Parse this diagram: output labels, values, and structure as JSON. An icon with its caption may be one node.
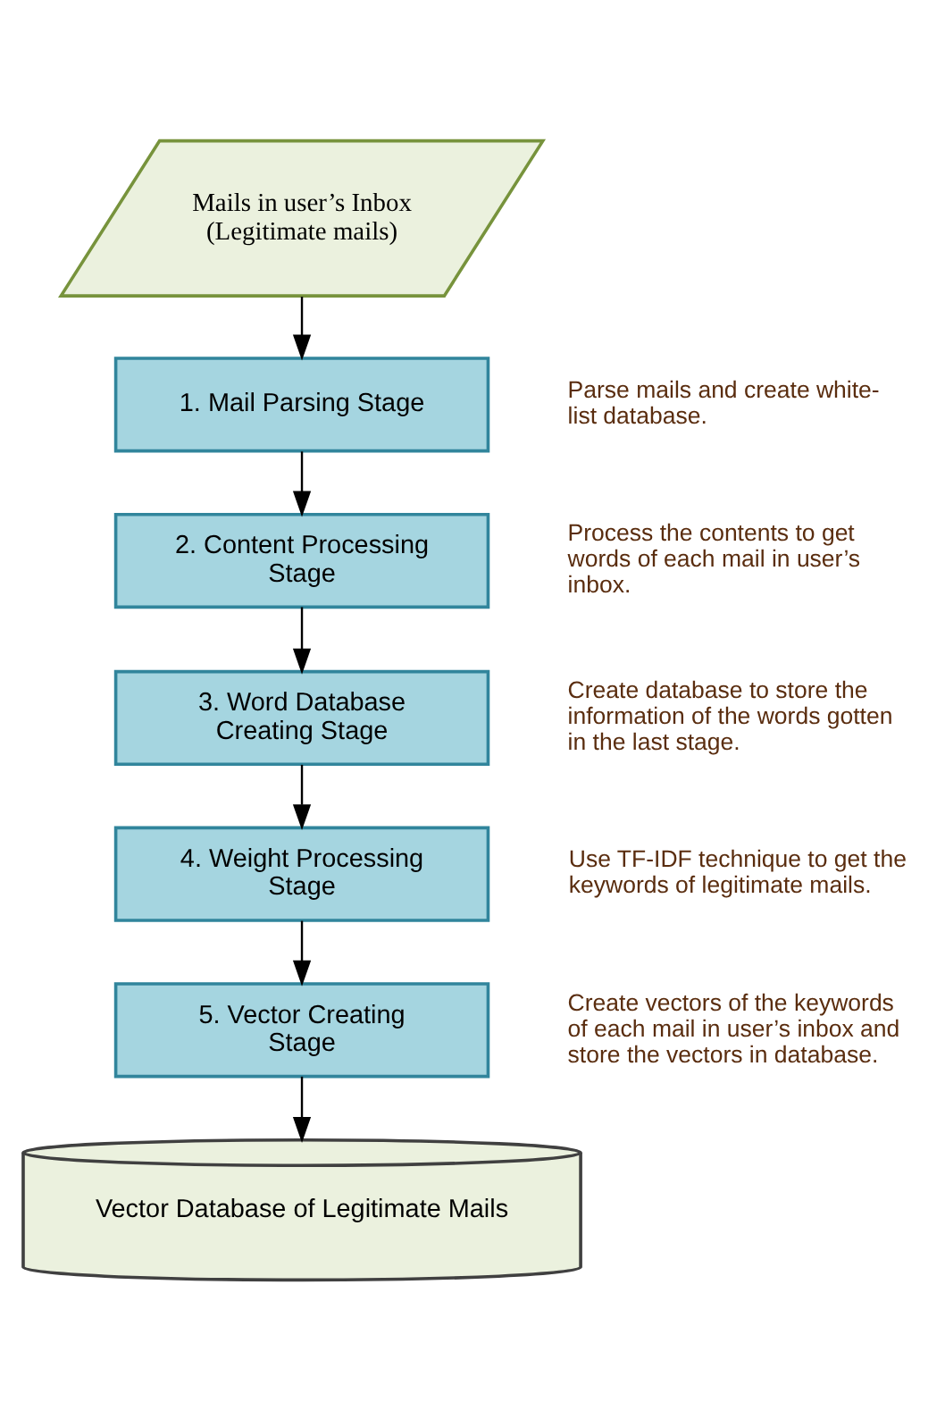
{
  "diagram": {
    "nodes": [
      {
        "text": [
          "Mails in user’s Inbox (Legitimate mails)"
        ]
      },
      {
        "text": [
          "1. Mail Parsing Stage"
        ],
        "beside": [
          "Parse mails and create white-list database."
        ]
      },
      {
        "text": [
          "2. Content Processing Stage"
        ],
        "beside": [
          "Process the contents to get words of each mail in user’s inbox."
        ]
      },
      {
        "text": [
          "3. Word Database Creating Stage"
        ],
        "beside": [
          "Create database to store the information of the words gotten in the last stage."
        ]
      },
      {
        "text": [
          "4. Weight Processing Stage"
        ],
        "beside": [
          "Use TF-IDF technique to get the keywords of legitimate mails."
        ]
      },
      {
        "text": [
          "5. Vector Creating Stage"
        ],
        "beside": [
          "Create vectors of the keywords of each mail in user’s inbox and store the vectors in database."
        ]
      },
      {
        "text": [
          "Vector Database of Legitimate Mails"
        ]
      }
    ],
    "edges": [
      {
        "from": 0,
        "to": 1,
        "arrow": "to"
      },
      {
        "from": 1,
        "to": 2,
        "arrow": "to"
      },
      {
        "from": 2,
        "to": 3,
        "arrow": "to"
      },
      {
        "from": 3,
        "to": 4,
        "arrow": "to"
      },
      {
        "from": 4,
        "to": 5,
        "arrow": "to"
      },
      {
        "from": 5,
        "to": 6,
        "arrow": "to"
      }
    ]
  }
}
